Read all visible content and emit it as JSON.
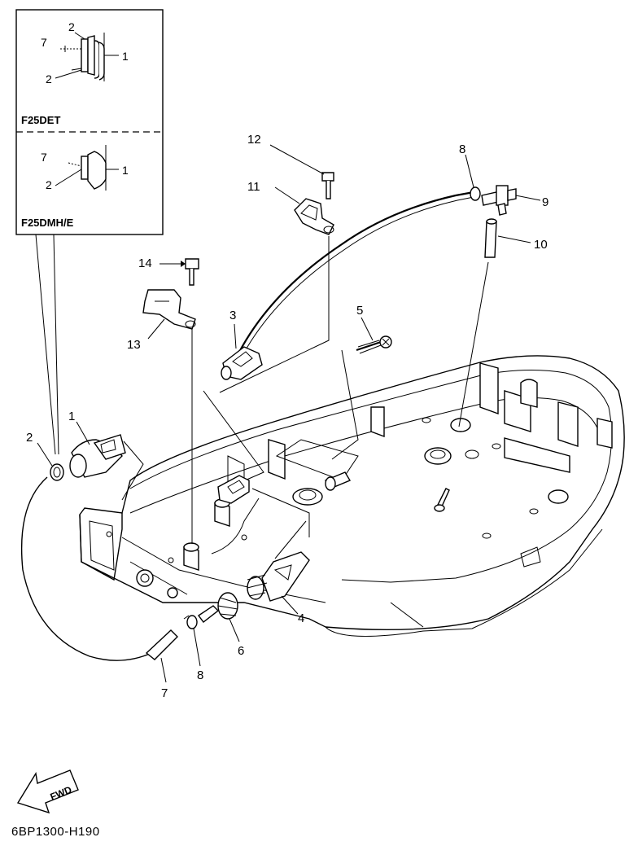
{
  "insets": [
    {
      "model": "F25DET",
      "labels": [
        "7",
        "2",
        "1",
        "2"
      ]
    },
    {
      "model": "F25DMH/E",
      "labels": [
        "7",
        "1",
        "2"
      ]
    }
  ],
  "callouts": [
    "1",
    "2",
    "3",
    "4",
    "5",
    "6",
    "7",
    "8",
    "8",
    "9",
    "10",
    "11",
    "12",
    "13",
    "14"
  ],
  "fwd_label": "FWD",
  "drawing_code": "6BP1300-H190"
}
